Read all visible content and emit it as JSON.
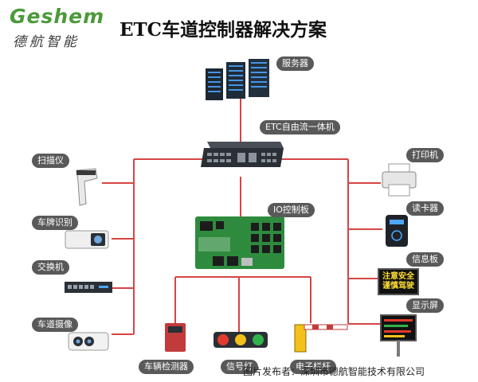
{
  "brand": {
    "name_en": "Geshem",
    "name_cn": "德航智能"
  },
  "title": "ETC车道控制器解决方案",
  "devices": {
    "server": "服务器",
    "etc_pc": "ETC自由流一体机",
    "io_board": "IO控制板",
    "scanner": "扫描仪",
    "plate_recognition": "车牌识别",
    "switch": "交换机",
    "lane_camera": "车道摄像",
    "vehicle_detector": "车辆检测器",
    "signal_light": "信号灯",
    "barrier": "电子栏杆",
    "printer": "打印机",
    "card_reader": "读卡器",
    "info_board": "信息板",
    "display_screen": "显示屏"
  },
  "info_board_text": {
    "line1": "注意安全",
    "line2": "谨慎驾驶"
  },
  "footer": "图片发布者：深圳市德航智能技术有限公司",
  "colors": {
    "wire": "#d64545",
    "label_bg": "#595959",
    "brand_green": "#4a9a3a",
    "board_green": "#2e8b3e",
    "device_dark": "#2b2f36"
  }
}
